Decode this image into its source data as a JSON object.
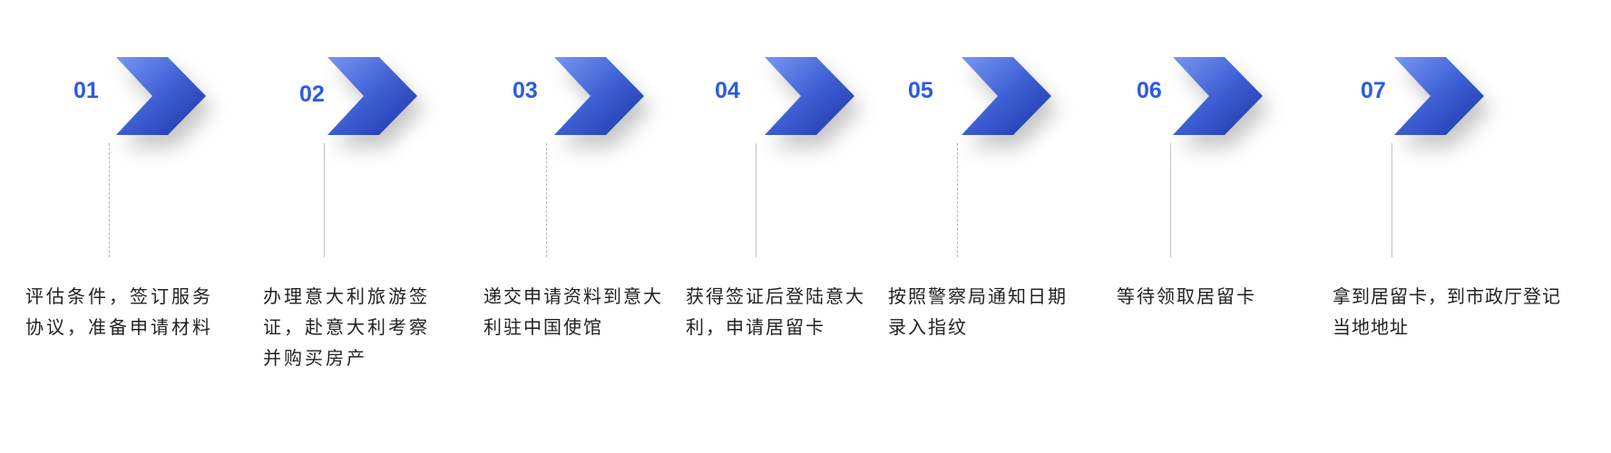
{
  "steps": [
    {
      "number": "01",
      "lines": [
        "评估条件，签订服务",
        "协议，准备申请材料"
      ]
    },
    {
      "number": "02",
      "lines": [
        "办理意大利旅游签",
        "证，赴意大利考察",
        "并购买房产"
      ]
    },
    {
      "number": "03",
      "lines": [
        "递交申请资料到意大",
        "利驻中国使馆"
      ]
    },
    {
      "number": "04",
      "lines": [
        "获得签证后登陆意大",
        "利，申请居留卡"
      ]
    },
    {
      "number": "05",
      "lines": [
        "按照警察局通知日期",
        "录入指纹"
      ]
    },
    {
      "number": "06",
      "lines": [
        "等待领取居留卡"
      ]
    },
    {
      "number": "07",
      "lines": [
        "拿到居留卡，到市政厅登记",
        "当地地址"
      ]
    }
  ],
  "colors": {
    "number": "#2a5be3",
    "chevron_light": "#7393f0",
    "chevron_dark": "#1d38a6",
    "text": "#222222"
  }
}
